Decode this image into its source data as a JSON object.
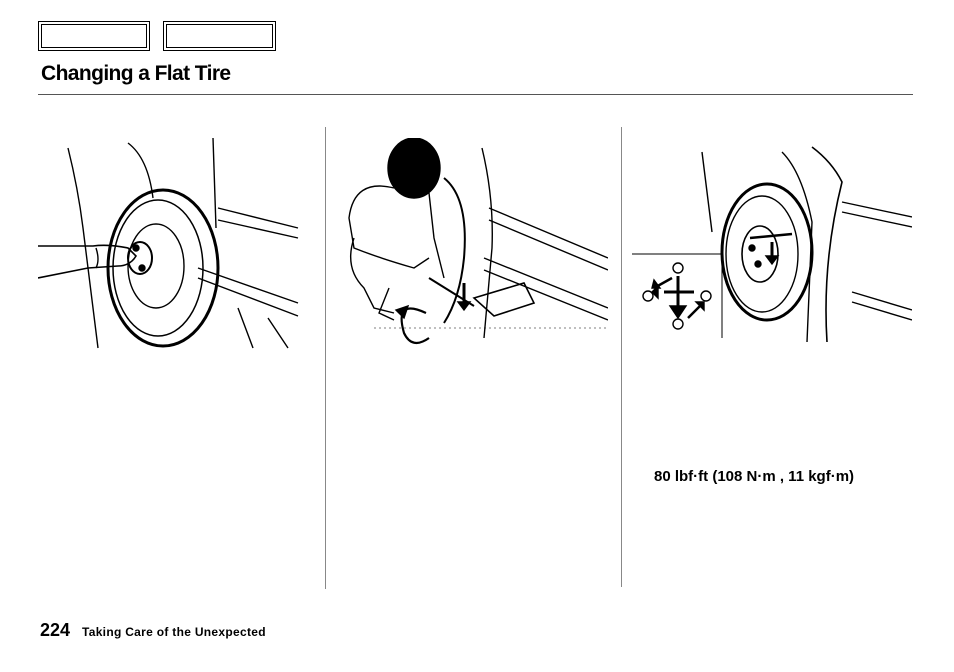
{
  "page": {
    "title": "Changing a Flat Tire",
    "torque_spec": "80 lbf·ft (108 N·m , 11 kgf·m)",
    "page_number": "224",
    "section_name": "Taking Care of the Unexpected"
  },
  "nav": {
    "tabs": [
      "",
      ""
    ]
  },
  "illustrations": [
    {
      "icon": "spare-tire-mounting-illustration"
    },
    {
      "icon": "lowering-jack-illustration"
    },
    {
      "icon": "tightening-lug-nuts-illustration"
    }
  ]
}
